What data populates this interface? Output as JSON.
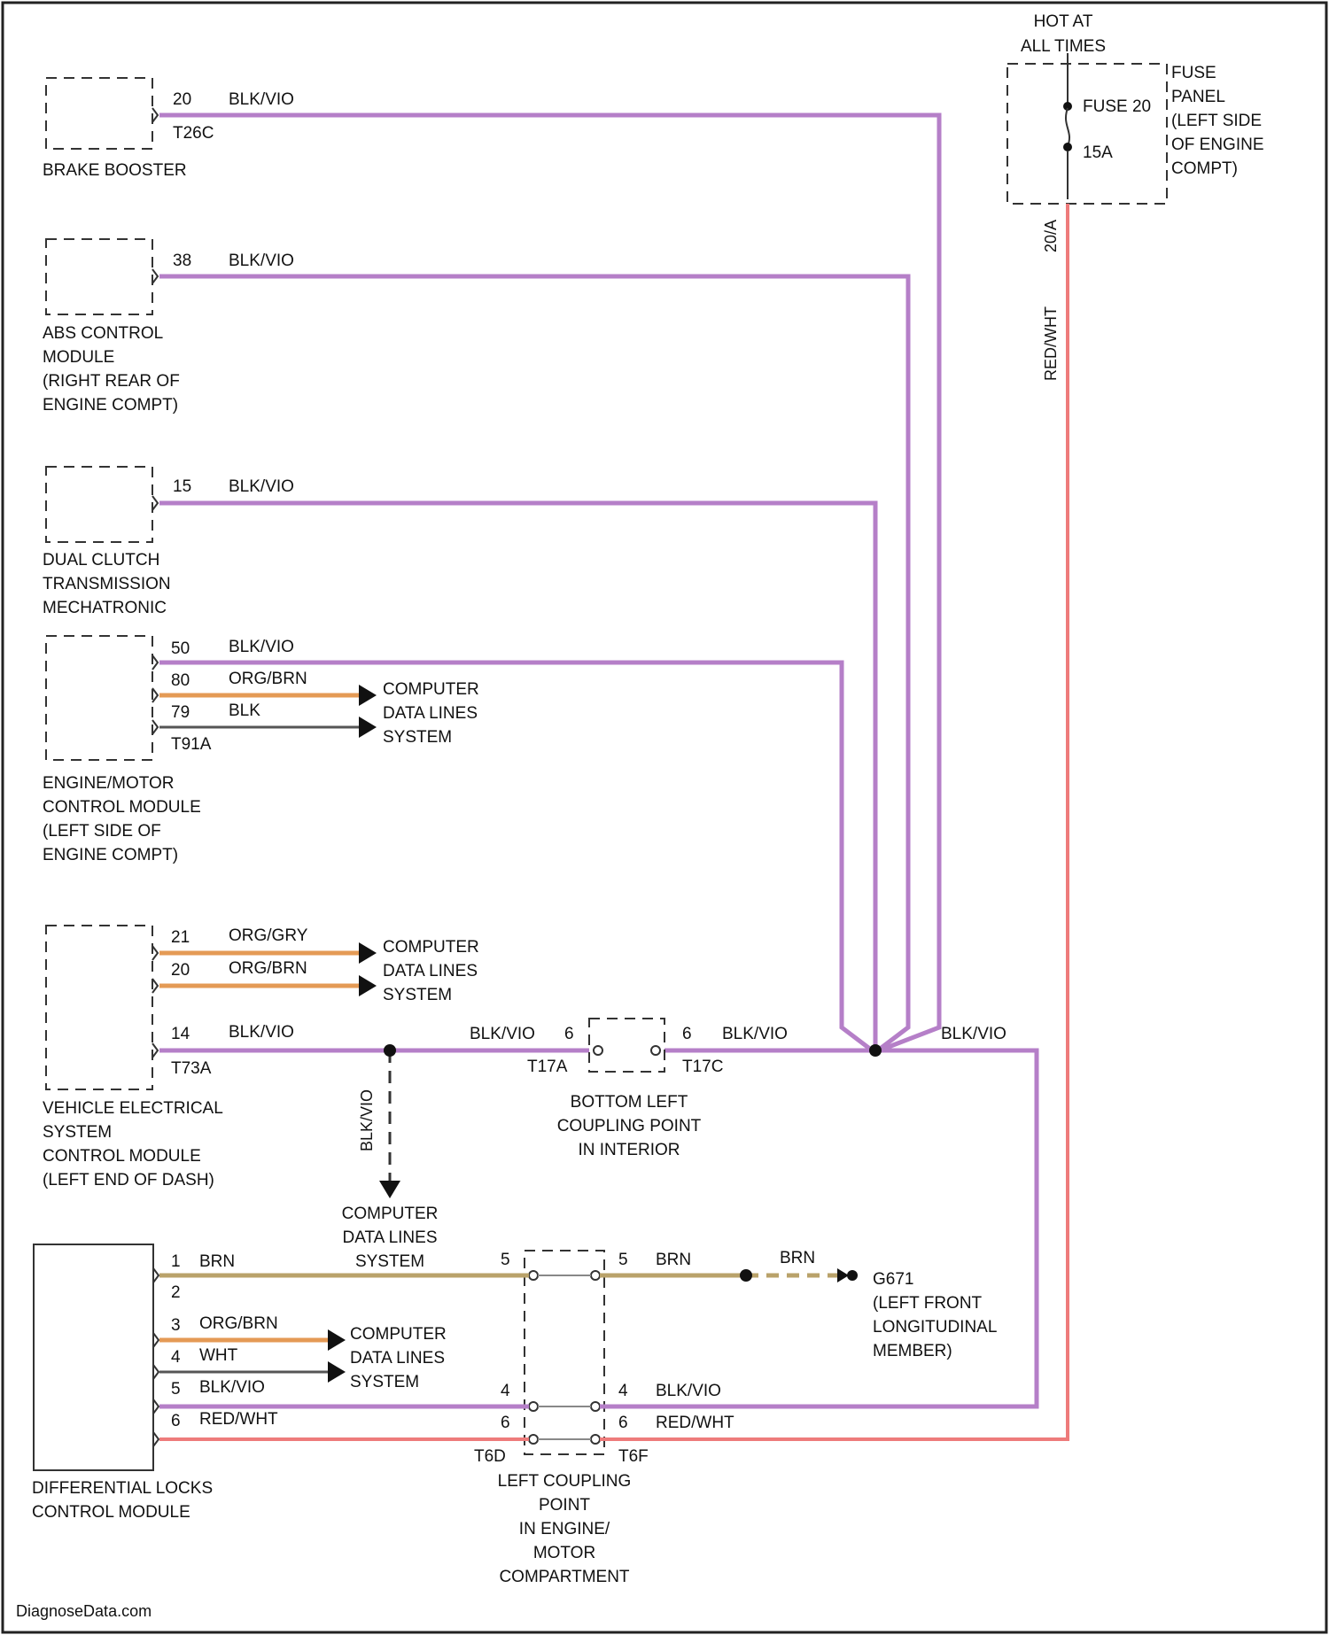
{
  "hot_at_all_times": [
    "HOT AT",
    "ALL TIMES"
  ],
  "fuse_panel": {
    "label": [
      "FUSE",
      "PANEL",
      "(LEFT SIDE",
      "OF ENGINE",
      "COMPT)"
    ],
    "fuse_name": "FUSE 20",
    "fuse_rating": "15A",
    "terminal": "20/A",
    "wire": "RED/WHT"
  },
  "components": {
    "brake_booster": {
      "label": [
        "BRAKE BOOSTER"
      ],
      "pin": "20",
      "wire": "BLK/VIO",
      "connector": "T26C"
    },
    "abs_module": {
      "label": [
        "ABS CONTROL",
        "MODULE",
        "(RIGHT REAR OF",
        "ENGINE COMPT)"
      ],
      "pin": "38",
      "wire": "BLK/VIO"
    },
    "dct": {
      "label": [
        "DUAL CLUTCH",
        "TRANSMISSION",
        "MECHATRONIC"
      ],
      "pin": "15",
      "wire": "BLK/VIO"
    },
    "ecm": {
      "label": [
        "ENGINE/MOTOR",
        "CONTROL MODULE",
        "(LEFT SIDE OF",
        "ENGINE COMPT)"
      ],
      "pins": [
        {
          "pin": "50",
          "wire": "BLK/VIO"
        },
        {
          "pin": "80",
          "wire": "ORG/BRN"
        },
        {
          "pin": "79",
          "wire": "BLK"
        }
      ],
      "connector": "T91A"
    },
    "vesm": {
      "label": [
        "VEHICLE ELECTRICAL",
        "SYSTEM",
        "CONTROL MODULE",
        "(LEFT END OF DASH)"
      ],
      "pins": [
        {
          "pin": "21",
          "wire": "ORG/GRY"
        },
        {
          "pin": "20",
          "wire": "ORG/BRN"
        },
        {
          "pin": "14",
          "wire": "BLK/VIO"
        }
      ],
      "connector": "T73A"
    },
    "diff_lock": {
      "label": [
        "DIFFERENTIAL LOCKS",
        "CONTROL MODULE"
      ],
      "pins": [
        {
          "pin": "1",
          "wire": "BRN"
        },
        {
          "pin": "2",
          "wire": ""
        },
        {
          "pin": "3",
          "wire": "ORG/BRN"
        },
        {
          "pin": "4",
          "wire": "WHT"
        },
        {
          "pin": "5",
          "wire": "BLK/VIO"
        },
        {
          "pin": "6",
          "wire": "RED/WHT"
        }
      ]
    }
  },
  "computer_data_lines": [
    "COMPUTER",
    "DATA LINES",
    "SYSTEM"
  ],
  "splice_wire": "BLK/VIO",
  "junction_wire": "BLK/VIO",
  "bottom_coupling": {
    "label": [
      "BOTTOM LEFT",
      "COUPLING POINT",
      "IN INTERIOR"
    ],
    "left_wire": "BLK/VIO",
    "left_pin": "6",
    "left_conn": "T17A",
    "right_pin": "6",
    "right_wire": "BLK/VIO",
    "right_conn": "T17C"
  },
  "left_coupling": {
    "label": [
      "LEFT COUPLING",
      "POINT",
      "IN ENGINE/",
      "MOTOR",
      "COMPARTMENT"
    ],
    "left_conn": "T6D",
    "right_conn": "T6F",
    "rows": [
      {
        "left_pin": "5",
        "right_pin": "5",
        "right_wire": "BRN"
      },
      {
        "left_pin": "4",
        "right_pin": "4",
        "right_wire": "BLK/VIO"
      },
      {
        "left_pin": "6",
        "right_pin": "6",
        "right_wire": "RED/WHT"
      }
    ]
  },
  "ground": {
    "wire": "BRN",
    "label": [
      "G671",
      "(LEFT FRONT",
      "LONGITUDINAL",
      "MEMBER)"
    ]
  },
  "watermark": "DiagnoseData.com"
}
